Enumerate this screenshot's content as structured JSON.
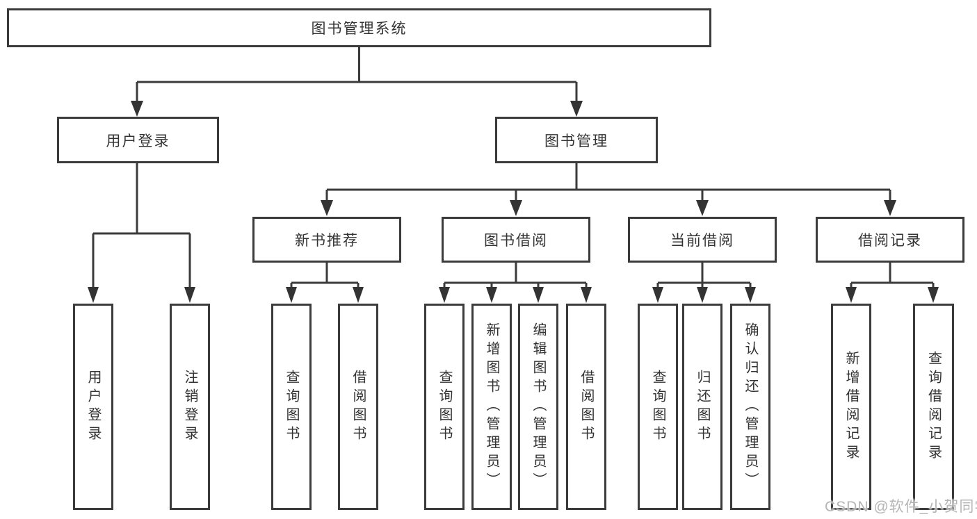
{
  "diagram": {
    "root_label": "图书管理系统",
    "branches": [
      {
        "label": "用户登录",
        "leaves": [
          "用户登录",
          "注销登录"
        ]
      },
      {
        "label": "图书管理",
        "sections": [
          {
            "label": "新书推荐",
            "leaves": [
              "查询图书",
              "借阅图书"
            ]
          },
          {
            "label": "图书借阅",
            "leaves": [
              "查询图书",
              "新增图书（管理员）",
              "编辑图书（管理员）",
              "借阅图书"
            ]
          },
          {
            "label": "当前借阅",
            "leaves": [
              "查询图书",
              "归还图书",
              "确认归还（管理员）"
            ]
          },
          {
            "label": "借阅记录",
            "leaves": [
              "新增借阅记录",
              "查询借阅记录"
            ]
          }
        ]
      }
    ]
  },
  "watermark": {
    "text": "CSDN @软件_小贺同学"
  },
  "colors": {
    "line": "#3b3b3b",
    "box_border": "#3b3b3b",
    "text": "#333333",
    "watermark": "#b5b5b5",
    "background": "#ffffff"
  }
}
